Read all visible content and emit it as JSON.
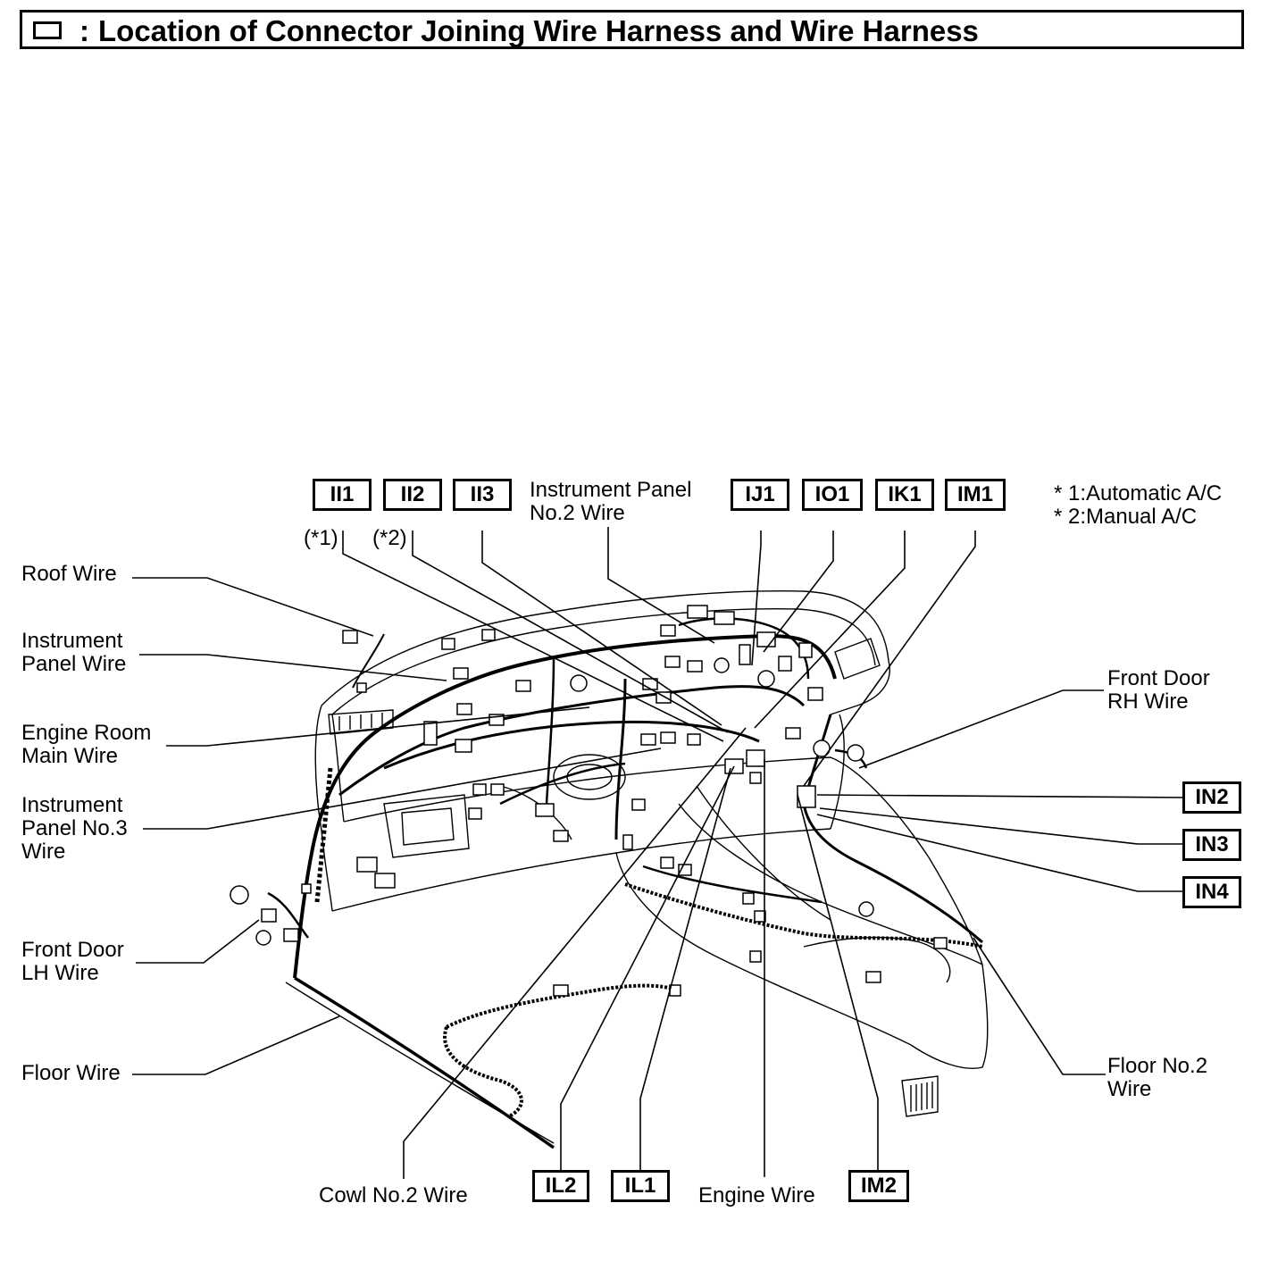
{
  "header": {
    "symbol_icon": "rectangle-outline-icon",
    "colon": ":",
    "title": "Location of Connector Joining Wire Harness and Wire Harness"
  },
  "connector_codes": {
    "II1": "II1",
    "II2": "II2",
    "II3": "II3",
    "IJ1": "IJ1",
    "IO1": "IO1",
    "IK1": "IK1",
    "IM1": "IM1",
    "IN2": "IN2",
    "IN3": "IN3",
    "IN4": "IN4",
    "IL2": "IL2",
    "IL1": "IL1",
    "IM2": "IM2"
  },
  "variant_marks": {
    "star1": "(*1)",
    "star2": "(*2)"
  },
  "notes": {
    "line1": "* 1:Automatic A/C",
    "line2": "* 2:Manual A/C"
  },
  "labels": {
    "roof_wire": "Roof Wire",
    "instrument_panel_wire_l1": "Instrument",
    "instrument_panel_wire_l2": "Panel Wire",
    "engine_room_main_wire_l1": "Engine Room",
    "engine_room_main_wire_l2": "Main Wire",
    "instrument_panel_no3_wire_l1": "Instrument",
    "instrument_panel_no3_wire_l2": "Panel No.3",
    "instrument_panel_no3_wire_l3": "Wire",
    "front_door_lh_wire_l1": "Front Door",
    "front_door_lh_wire_l2": "LH Wire",
    "floor_wire": "Floor Wire",
    "instrument_panel_no2_wire_l1": "Instrument Panel",
    "instrument_panel_no2_wire_l2": "No.2 Wire",
    "front_door_rh_wire_l1": "Front Door",
    "front_door_rh_wire_l2": "RH Wire",
    "floor_no2_wire_l1": "Floor No.2",
    "floor_no2_wire_l2": "Wire",
    "cowl_no2_wire": "Cowl No.2 Wire",
    "engine_wire": "Engine Wire"
  }
}
